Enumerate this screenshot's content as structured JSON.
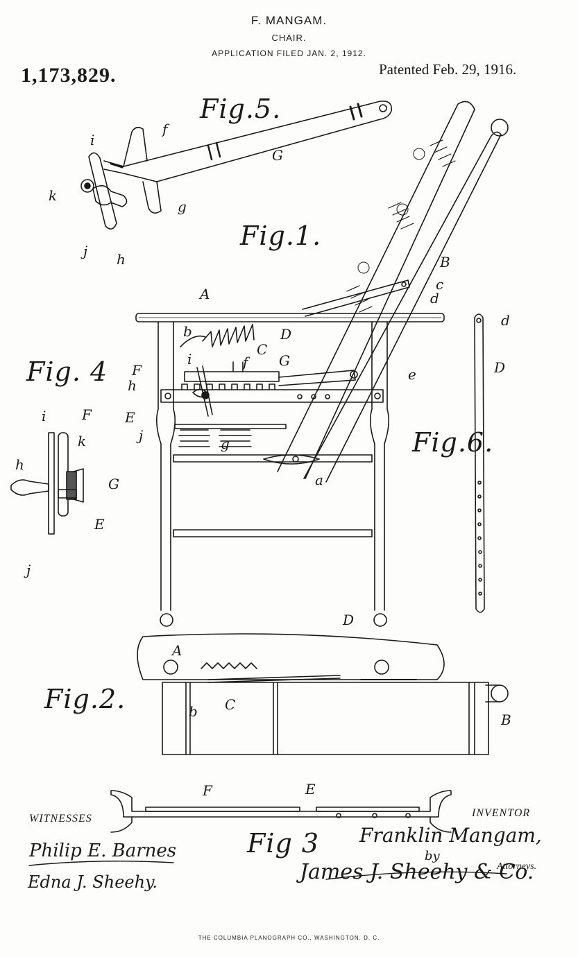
{
  "header": {
    "patentee": "F. MANGAM.",
    "title": "CHAIR.",
    "filed": "APPLICATION FILED JAN. 2, 1912.",
    "number": "1,173,829.",
    "patented": "Patented Feb. 29, 1916."
  },
  "figures": {
    "fig1": "Fig.1.",
    "fig2": "Fig.2.",
    "fig3": "Fig 3",
    "fig4": "Fig. 4",
    "fig5": "Fig.5.",
    "fig6": "Fig.6."
  },
  "labels": {
    "A": "A",
    "B": "B",
    "C": "C",
    "D": "D",
    "E": "E",
    "F": "F",
    "G": "G",
    "a": "a",
    "b": "b",
    "c": "c",
    "d": "d",
    "e": "e",
    "f": "f",
    "g": "g",
    "h": "h",
    "i": "i",
    "j": "j",
    "k": "k"
  },
  "signatures": {
    "witnesses_label": "WITNESSES",
    "inventor_label": "INVENTOR",
    "witness_1": "Philip E. Barnes",
    "witness_2": "Edna J. Sheehy.",
    "inventor": "Franklin Mangam,",
    "by": "by",
    "attorney": "James J. Sheehy & Co.",
    "attorneys_label": "Attorneys."
  },
  "footer": "THE COLUMBIA PLANOGRAPH CO., WASHINGTON, D. C."
}
